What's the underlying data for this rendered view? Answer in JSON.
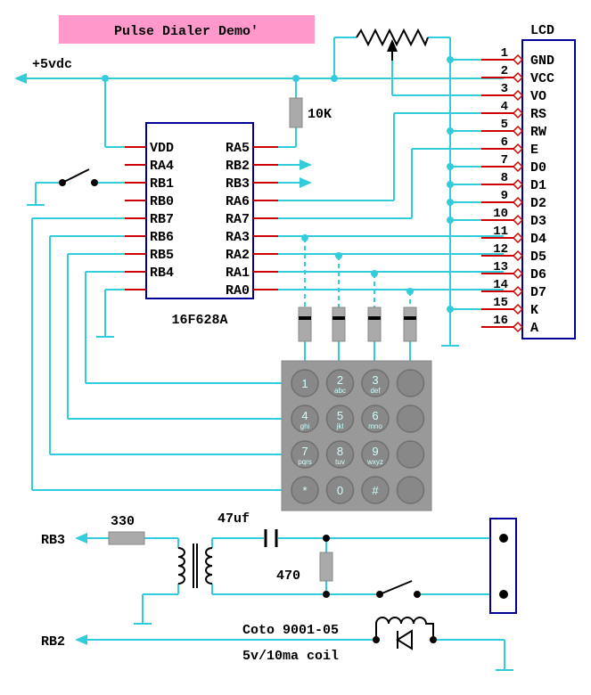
{
  "title": "Pulse Dialer Demo'",
  "supply_label": "+5vdc",
  "resistor_10k": "10K",
  "chip_name": "16F628A",
  "chip_left_pins": [
    "VDD",
    "RA4",
    "RB1",
    "RB0",
    "RB7",
    "RB6",
    "RB5",
    "RB4",
    ""
  ],
  "chip_right_pins": [
    "RA5",
    "RB2",
    "RB3",
    "RA6",
    "RA7",
    "RA3",
    "RA2",
    "RA1",
    "RA0"
  ],
  "lcd": {
    "title": "LCD",
    "pin_numbers": [
      "1",
      "2",
      "3",
      "4",
      "5",
      "6",
      "7",
      "8",
      "9",
      "10",
      "11",
      "12",
      "13",
      "14",
      "15",
      "16"
    ],
    "pin_names": [
      "GND",
      "VCC",
      "VO",
      "RS",
      "RW",
      "E",
      "D0",
      "D1",
      "D2",
      "D3",
      "D4",
      "D5",
      "D6",
      "D7",
      "K",
      "A"
    ]
  },
  "keypad": {
    "keys": [
      {
        "digit": "1",
        "letters": ""
      },
      {
        "digit": "2",
        "letters": "abc"
      },
      {
        "digit": "3",
        "letters": "def"
      },
      {
        "digit": "",
        "letters": ""
      },
      {
        "digit": "4",
        "letters": "ghi"
      },
      {
        "digit": "5",
        "letters": "jkl"
      },
      {
        "digit": "6",
        "letters": "mno"
      },
      {
        "digit": "",
        "letters": ""
      },
      {
        "digit": "7",
        "letters": "pqrs"
      },
      {
        "digit": "8",
        "letters": "tuv"
      },
      {
        "digit": "9",
        "letters": "wxyz"
      },
      {
        "digit": "",
        "letters": ""
      },
      {
        "digit": "*",
        "letters": ""
      },
      {
        "digit": "0",
        "letters": ""
      },
      {
        "digit": "#",
        "letters": ""
      },
      {
        "digit": "",
        "letters": ""
      }
    ]
  },
  "audio": {
    "input_label": "RB3",
    "resistor_label": "330",
    "capacitor_label": "47uf",
    "load_label": "470"
  },
  "relay": {
    "input_label": "RB2",
    "part_label": "Coto 9001-05",
    "coil_label": "5v/10ma coil"
  },
  "colors": {
    "wire": "#33ccdd",
    "pin": "#cc0000",
    "outline": "#000099",
    "title_bg": "#ff99cc",
    "keypad": "#999999"
  }
}
